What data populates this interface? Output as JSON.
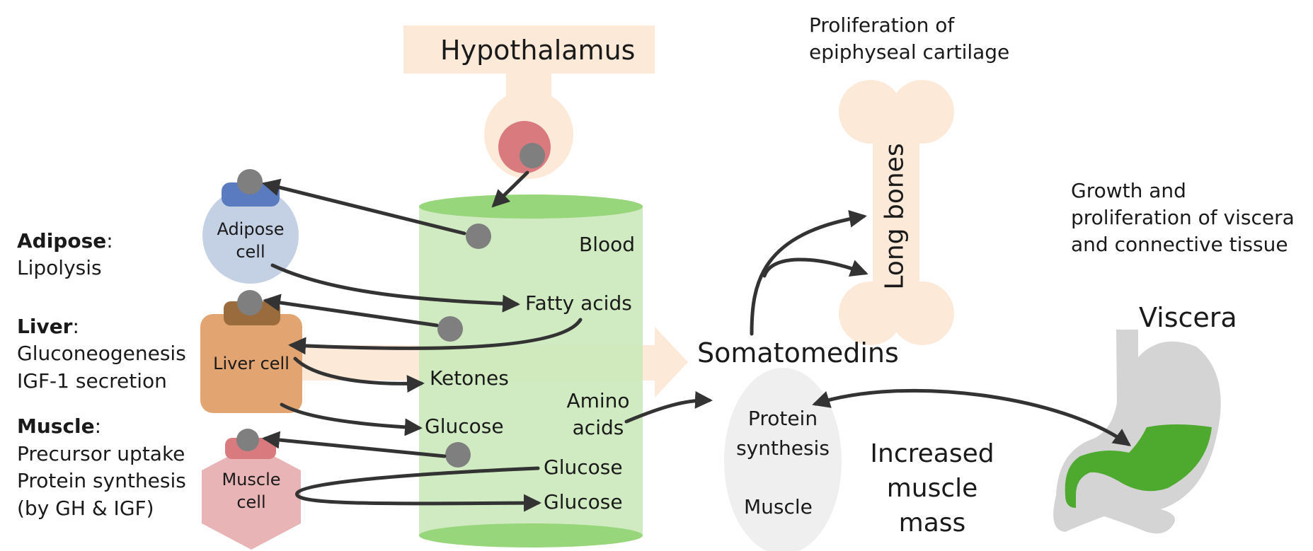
{
  "hypothalamus": {
    "label": "Hypothalamus"
  },
  "blood": {
    "label": "Blood"
  },
  "adipose": {
    "cell_label": "Adipose cell",
    "side_title": "Adipose",
    "side_lines": [
      "Lipolysis"
    ]
  },
  "liver": {
    "cell_label": "Liver cell",
    "side_title": "Liver",
    "side_lines": [
      "Gluconeogenesis",
      "IGF-1 secretion"
    ]
  },
  "muscle_cell": {
    "cell_label": "Muscle cell",
    "side_title": "Muscle",
    "side_lines": [
      "Precursor uptake",
      "Protein synthesis",
      "(by GH & IGF)"
    ]
  },
  "blood_labels": {
    "fatty_acids": "Fatty acids",
    "ketones": "Ketones",
    "glucose_1": "Glucose",
    "amino_acids": "Amino acids",
    "glucose_2": "Glucose",
    "glucose_3": "Glucose"
  },
  "somatomedins": "Somatomedins",
  "muscle_ellipse": {
    "protein_synthesis": "Protein synthesis",
    "muscle": "Muscle"
  },
  "increased_muscle_mass": "Increased muscle mass",
  "long_bones": {
    "label": "Long bones",
    "caption": "Proliferation of epiphyseal cartilage"
  },
  "viscera": {
    "label": "Viscera",
    "caption": "Growth and proliferation of viscera and connective tissue"
  },
  "colors": {
    "cylinder_body": "#c9e8b8",
    "cylinder_cap": "#97d67a",
    "peach": "#fce9d8",
    "adipose_cell": "#c4d0e4",
    "adipose_receptor": "#5a7bbf",
    "liver_cell": "#e2a571",
    "liver_receptor": "#9a6b3d",
    "muscle_cell": "#e8b4b6",
    "muscle_receptor": "#d97b7e",
    "gh_molecule": "#7f7f7f",
    "pituitary": "#d97b7e",
    "arrow": "#333333",
    "stomach_gray": "#d4d4d4",
    "stomach_green": "#4daa2e",
    "muscle_ellipse": "#efefef"
  }
}
